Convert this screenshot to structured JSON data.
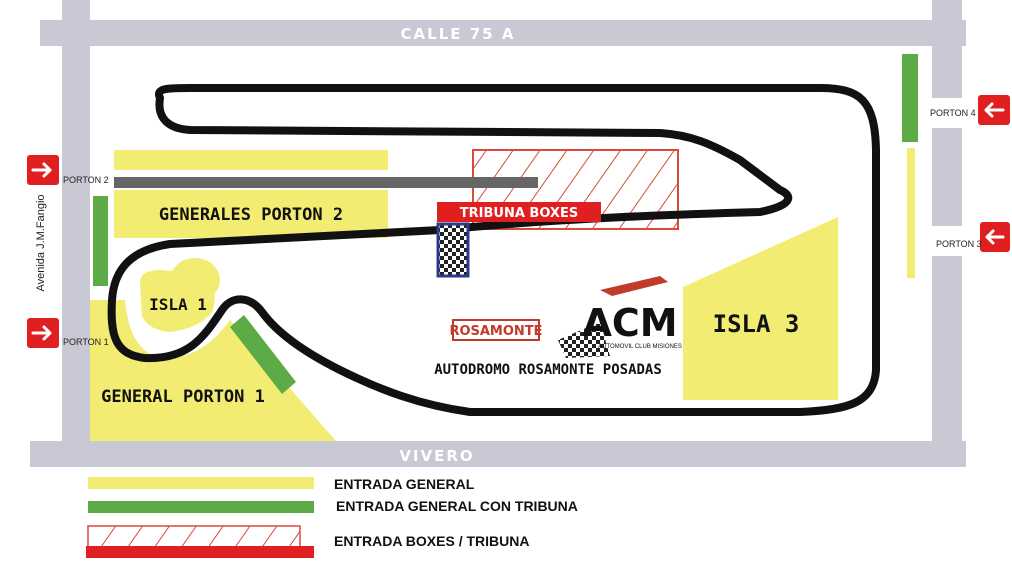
{
  "streets": {
    "top": "CALLE 75 A",
    "bottom": "VIVERO",
    "left": "Avenida J.M.Fangio"
  },
  "gates": [
    {
      "label": "PORTON 1",
      "arrow": "arrow-right-icon"
    },
    {
      "label": "PORTON 2",
      "arrow": "arrow-right-icon"
    },
    {
      "label": "PORTON 3",
      "arrow": "arrow-left-icon"
    },
    {
      "label": "PORTON 4",
      "arrow": "arrow-left-icon"
    }
  ],
  "zones": {
    "generales_porton_2": "GENERALES PORTON 2",
    "isla_1": "ISLA 1",
    "general_porton_1": "GENERAL PORTON 1",
    "isla_3": "ISLA 3",
    "tribuna_boxes": "TRIBUNA BOXES"
  },
  "branding": {
    "sponsor": "ROSAMONTE",
    "club_short": "ACM",
    "club_full": "AUTOMOVIL CLUB MISIONES",
    "venue": "AUTODROMO ROSAMONTE POSADAS"
  },
  "legend": [
    {
      "label": "ENTRADA GENERAL",
      "color": "#f2ec73"
    },
    {
      "label": "ENTRADA GENERAL CON TRIBUNA",
      "color": "#5cab46"
    },
    {
      "label": "ENTRADA BOXES / TRIBUNA",
      "color": "#e02020"
    }
  ],
  "colors": {
    "road": "#c8c9d4",
    "general": "#f2ec73",
    "tribuna_general": "#5cab46",
    "boxes": "#e02020",
    "track": "#111111",
    "pitlane": "#666666"
  }
}
